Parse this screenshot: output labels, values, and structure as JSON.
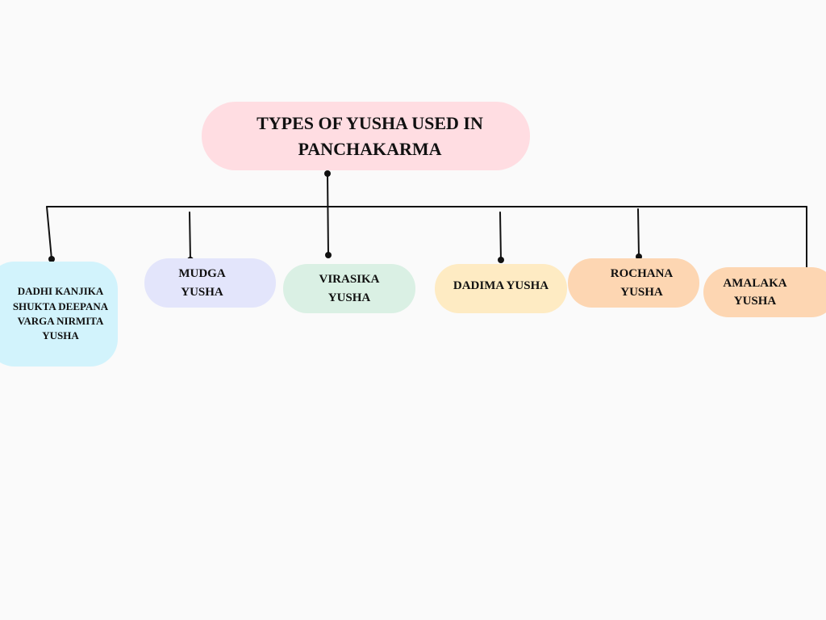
{
  "diagram": {
    "root": {
      "title": "TYPES OF YUSHA USED IN PANCHAKARMA"
    },
    "children": [
      {
        "label": "DADHI KANJIKA SHUKTA DEEPANA VARGA NIRMITA YUSHA"
      },
      {
        "label": "MUDGA YUSHA"
      },
      {
        "label": "VIRASIKA YUSHA"
      },
      {
        "label": "DADIMA YUSHA"
      },
      {
        "label": "ROCHANA YUSHA"
      },
      {
        "label": "AMALAKA YUSHA"
      }
    ]
  },
  "colors": {
    "background": "#fafafa",
    "root": "#ffdde2",
    "dadhi": "#d2f3fc",
    "mudga": "#e3e5fb",
    "virasika": "#daf0e4",
    "dadima": "#feebc3",
    "rochana": "#fdd6b2",
    "amalaka": "#fdd6b2",
    "connector": "#111111"
  }
}
